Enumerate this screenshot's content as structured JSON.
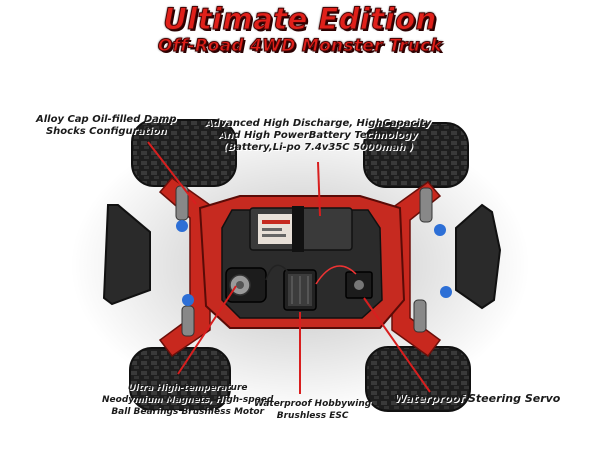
{
  "title": "Ultimate Edition",
  "subtitle": "Off-Road 4WD Monster Truck",
  "callouts": {
    "shocks": [
      "Alloy Cap Oil-filled Damp",
      "Shocks Configuration"
    ],
    "battery": [
      "Advanced High Discharge, HighCapacity",
      "And  High PowerBattery Technology",
      "(Battery,Li-po 7.4v35C 5000mah )"
    ],
    "motor": [
      "Ultra High-temperature",
      "Neodymium Magnets, High-speed",
      "Ball Bearings Brushless Motor"
    ],
    "esc": [
      "Waterproof Hobbywing",
      "Brushless ESC"
    ],
    "servo": "Waterproof Steering Servo"
  },
  "colors": {
    "title_red": "#e0201a",
    "chassis_red": "#c8281e",
    "tire_black": "#1c1c1c",
    "leader_red": "#d81e1e"
  }
}
